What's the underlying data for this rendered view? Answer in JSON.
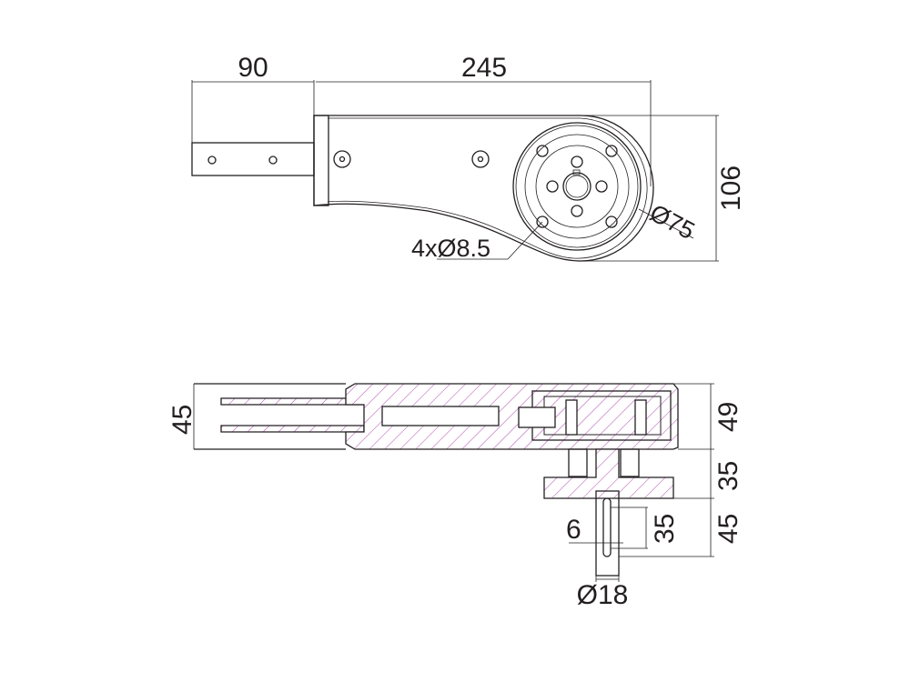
{
  "title": "Bracket technical drawing",
  "colors": {
    "line": "#231f20",
    "hatch": "#b04ab0"
  },
  "top_view": {
    "dim_arm_length": "90",
    "dim_body_length": "245",
    "dim_height": "106",
    "dim_disc_diameter": "Ø75",
    "dim_holes": "4xØ8.5"
  },
  "section_view": {
    "dim_left_height": "45",
    "dim_right_height": "49",
    "dim_hub_height": "35",
    "dim_shaft_length": "45",
    "dim_slot_length": "35",
    "dim_slot_width": "6",
    "dim_shaft_diameter": "Ø18"
  }
}
